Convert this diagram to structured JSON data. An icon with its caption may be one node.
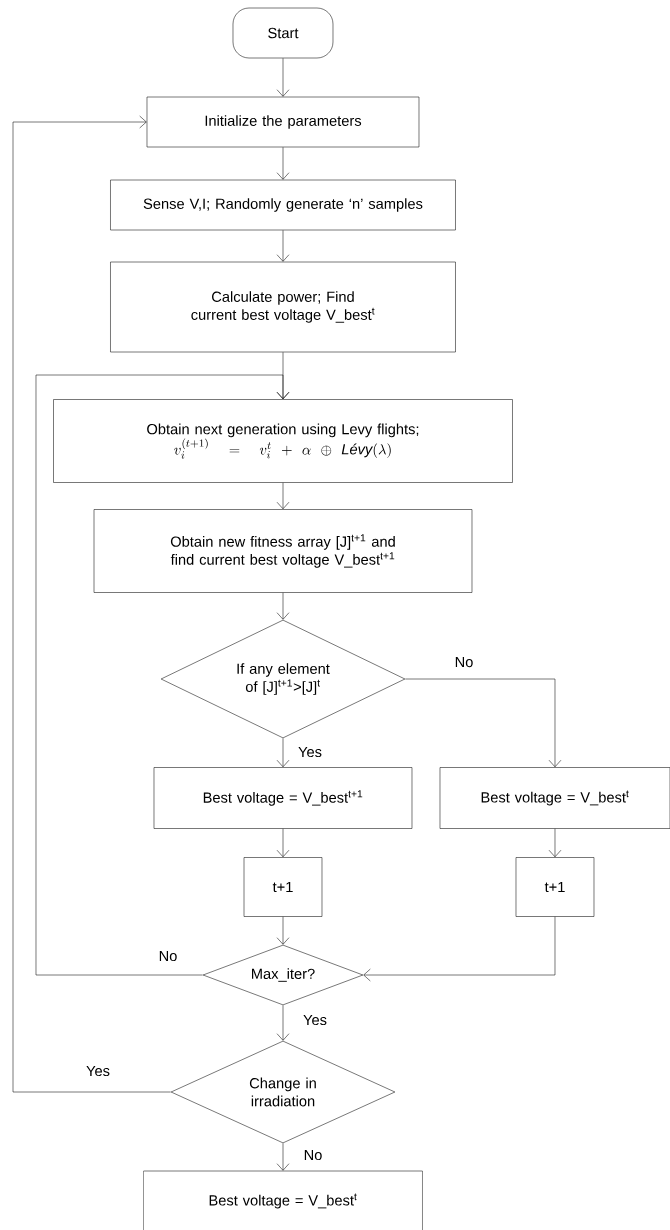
{
  "diagram": {
    "nodes": [
      {
        "text": [
          "Start"
        ]
      },
      {
        "text": [
          "Initialize the parameters"
        ]
      },
      {
        "text": [
          "Sense V,I; Randomly generate ‘n’ samples"
        ]
      },
      {
        "text": [
          "Calculate power; Find current best voltage V_best$^{t}$"
        ]
      },
      {
        "text": [
          "Obtain next generation using Levy flights;",
          "v_i^{(t+1)} = v_i^{t} + \\alpha \\oplus \\textit{Lévy}(\\lambda)"
        ]
      },
      {
        "text": [
          "Obtain new fitness array [J]$^{t+1}$ and find current best voltage V_best$^{t+1}$"
        ]
      },
      {
        "text": [
          "If any element of [J]$^{t+1}$>[J]$^{t}$"
        ]
      },
      {
        "text": [
          "Best voltage = V_best$^{t+1}$"
        ]
      },
      {
        "text": [
          "Best voltage = V_best$^{t}$"
        ]
      },
      {
        "text": [
          "t+1"
        ]
      },
      {
        "text": [
          "t+1"
        ]
      },
      {
        "text": [
          "Max_iter?"
        ]
      },
      {
        "text": [
          "Change in irradiation"
        ]
      },
      {
        "text": [
          "Best voltage = V_best$^{t}$"
        ]
      }
    ],
    "edges": [
      {
        "from": 0,
        "to": 1,
        "arrow": "to"
      },
      {
        "from": 1,
        "to": 2,
        "arrow": "to"
      },
      {
        "from": 2,
        "to": 3,
        "arrow": "to"
      },
      {
        "from": 3,
        "to": 4,
        "arrow": "to"
      },
      {
        "from": 4,
        "to": 5,
        "arrow": "to"
      },
      {
        "from": 5,
        "to": 6,
        "arrow": "to"
      },
      {
        "from": 6,
        "to": 7,
        "arrow": "to",
        "label": "Yes"
      },
      {
        "from": 6,
        "to": 8,
        "arrow": "to",
        "label": "No"
      },
      {
        "from": 7,
        "to": 9,
        "arrow": "to"
      },
      {
        "from": 8,
        "to": 10,
        "arrow": "to"
      },
      {
        "from": 9,
        "to": 11,
        "arrow": "to"
      },
      {
        "from": 10,
        "to": 11,
        "arrow": "to"
      },
      {
        "from": 11,
        "to": 4,
        "arrow": "to",
        "label": "No"
      },
      {
        "from": 11,
        "to": 12,
        "arrow": "to",
        "label": "Yes"
      },
      {
        "from": 12,
        "to": 1,
        "arrow": "to",
        "label": "Yes"
      },
      {
        "from": 12,
        "to": 13,
        "arrow": "to",
        "label": "No"
      }
    ]
  }
}
